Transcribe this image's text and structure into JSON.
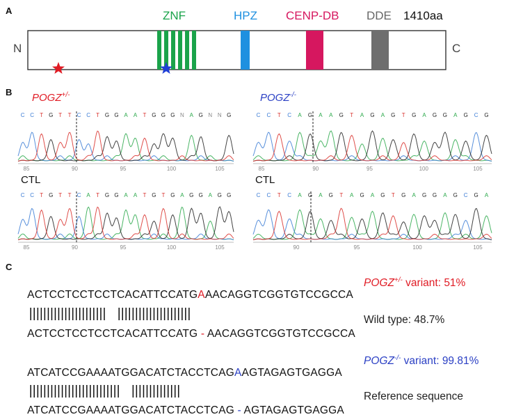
{
  "panel_a": {
    "label": "A",
    "n_terminus": "N",
    "c_terminus": "C",
    "length_label": "1410aa",
    "domains": [
      {
        "name": "ZNF",
        "color": "#1aa34a"
      },
      {
        "name": "HPZ",
        "color": "#1e90e0"
      },
      {
        "name": "CENP-DB",
        "color": "#d6175f"
      },
      {
        "name": "DDE",
        "color": "#6e6e6e"
      }
    ],
    "markers": [
      {
        "name": "red-star",
        "color": "#e01b24"
      },
      {
        "name": "blue-star",
        "color": "#1f3fd6"
      }
    ]
  },
  "panel_b": {
    "label": "B",
    "left_title_gene": "POGZ",
    "left_title_sup": "+/-",
    "left_title_color": "#e01b24",
    "right_title_gene": "POGZ",
    "right_title_sup": "-/-",
    "right_title_color": "#2a3fc4",
    "ctl_left": "CTL",
    "ctl_right": "CTL",
    "traces": [
      {
        "id": "left-top",
        "bases": "CCTGTTCCTGGAATGGGNAGNNG",
        "ticks": [
          "85",
          "90",
          "95",
          "100",
          "105"
        ]
      },
      {
        "id": "right-top",
        "bases": "CCTCAGAAGTAGAGTGAGGAGCG",
        "ticks": [
          "85",
          "90",
          "95",
          "100",
          "105"
        ]
      },
      {
        "id": "left-bottom",
        "bases": "CCTGTTCATGGAATGTGAGGAGG",
        "ticks": [
          "85",
          "90",
          "95",
          "100",
          "105"
        ]
      },
      {
        "id": "right-bottom",
        "bases": "CCTCAGAGTAGAGTGAGGAGCGA",
        "ticks": [
          "90",
          "95",
          "100",
          "105"
        ]
      }
    ]
  },
  "panel_c": {
    "label": "C",
    "block1": {
      "top_prefix": "ACTCCTCCTCCTCACATTCCATG",
      "top_insert": "A",
      "top_suffix": "AACAGGTCGGTGTCCGCCA",
      "bars_left": "||||||||||||||||||||||",
      "bars_right": "|||||||||||||||||||||",
      "bottom_prefix": "ACTCCTCCTCCTCACATTCCATG",
      "bottom_gap": "-",
      "bottom_suffix": "AACAGGTCGGTGTCCGCCA",
      "variant_gene": "POGZ",
      "variant_sup": "+/-",
      "variant_text": " variant: 51%",
      "variant_color": "#e01b24",
      "wild_type": "Wild type: 48.7%"
    },
    "block2": {
      "top_prefix": "ATCATCCGAAAATGGACATCTACCTCAG",
      "top_insert": "A",
      "top_suffix": "AGTAGAGTGAGGA",
      "bars_left": "||||||||||||||||||||||||||",
      "bars_right": "||||||||||||||",
      "bottom_prefix": "ATCATCCGAAAATGGACATCTACCTCAG",
      "bottom_gap": "-",
      "bottom_suffix": "AGTAGAGTGAGGA",
      "variant_gene": "POGZ",
      "variant_sup": "-/-",
      "variant_text": " variant: 99.81%",
      "variant_color": "#2a3fc4",
      "reference": "Reference sequence"
    }
  }
}
